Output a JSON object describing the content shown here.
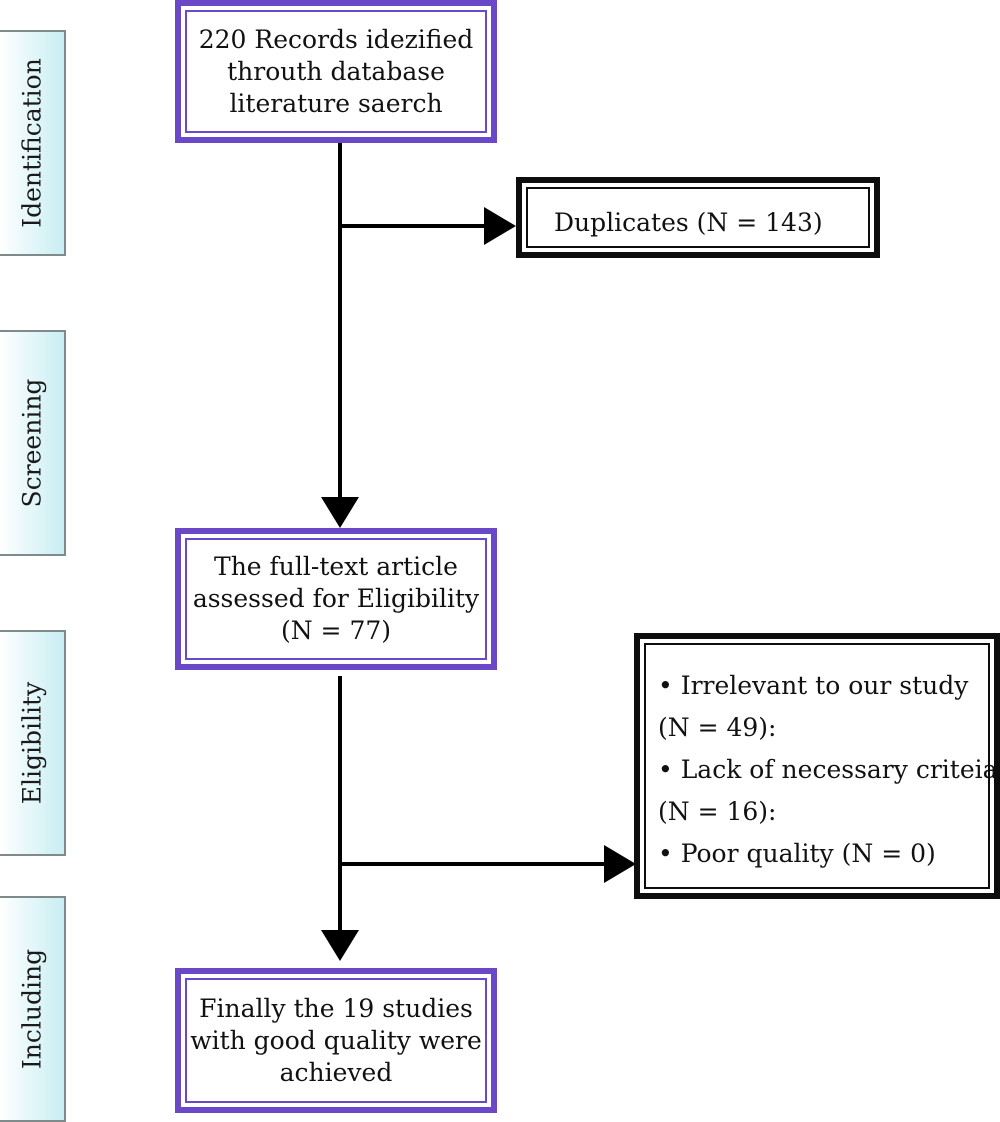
{
  "stages": [
    "Identification",
    "Screening",
    "Eligibility",
    "Including"
  ],
  "boxes": {
    "records": {
      "lines": [
        "220 Records idezified",
        "throuth database",
        "literature saerch"
      ]
    },
    "duplicates": {
      "lines": [
        "Duplicates (N = 143)"
      ]
    },
    "fulltext": {
      "lines": [
        "The full-text article",
        "assessed for Eligibility",
        "(N = 77)"
      ]
    },
    "exclusions": {
      "lines": [
        "•  Irrelevant to our study",
        "(N = 49):",
        "•  Lack of necessary criteia",
        "(N = 16):",
        "•  Poor quality (N = 0)"
      ]
    },
    "included": {
      "lines": [
        "Finally the 19 studies",
        "with good quality were",
        "achieved"
      ]
    }
  },
  "colors": {
    "primary_box_border": "#6a48c8",
    "secondary_box_border": "#0d0d0d",
    "stage_fill": "#c8eef3",
    "stage_border": "#7f8a8a"
  }
}
